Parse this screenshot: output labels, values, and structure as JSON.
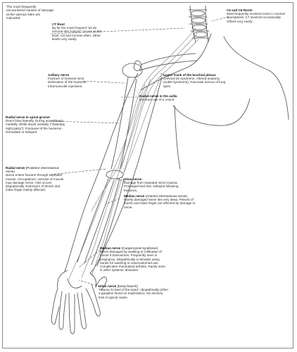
{
  "intro": "The most frequently encountered causes of damage at the various sites are indicated.",
  "labels": {
    "ct_root": {
      "title": "CT Root",
      "body": "By far the most frequent \"as do cervical disc lesions\" occurs at this level. C8 and C5 less often. Other levels very rarely."
    },
    "c5c6": {
      "title": "C5 and C6 Roots",
      "body": "Most frequently involved roots in cervical spondylosis. C7 involved occasionally. Others very rarely."
    },
    "axillary": {
      "title": "Axillary nerve",
      "body": "Fracture of humeral neck. Dislocation of the humerus. Intramuscular injections."
    },
    "lower_trunk": {
      "title": "Lower trunk of the brachial plexus",
      "body": "Cervical rib syndrome. Altered anatomy (outlet syndrome). Pancoast tumour of lung apex."
    },
    "radial_axilla": {
      "title": "Radial nerve in the axilla",
      "body": "Incorrect use of a crutch."
    },
    "radial_spiral": {
      "title": "Radial nerve in spiral groove",
      "body": "Direct blow laterally. During anaesthesia medially. While drunk medially (\"Saturday night palsy\"). Fractures of the humerus - immediate or delayed."
    },
    "radial_pin": {
      "title": "Radial nerve",
      "title_note": "(Posterior interosseous nerve)",
      "body": "Nerve enters forearm through supinator muscle. Occupations: overuse of muscle may damage nerve. Also occurs idiopathically. Extensors of thumb and index finger mainly affected."
    },
    "ulnar_elbow": {
      "title": "Ulnar nerve",
      "body": "Damage from repeated minor trauma. Prolonged bed rest. Delayed following fractures."
    },
    "median_ain": {
      "title": "Median nerve",
      "title_note": "(Anterior interosseous nerve)",
      "body": "Rarely damaged nerve lies very deep. Flexors of thumb and index finger are affected by damage to nerve."
    },
    "median_cts": {
      "title": "Median nerve",
      "title_note": "(Carpal tunnel syndrome)",
      "body": "Nerve damaged by swelling or infiltration of tunnel it transverses. Frequently seen in pregnancy. Idiopathically in females using hands for washing or unaccustomed use. Complicates rheumatoid arthritis. Rarely seen in other systemic diseases."
    },
    "ulnar_deep": {
      "title": "Ulnar nerve",
      "title_note": "(Deep branch)",
      "body": "Trauma 'to heel of the hand'. Idiopathically (often a ganglion found on exploration). No sensory loss in typical cases."
    }
  },
  "colors": {
    "line": "#4a4a4a",
    "nerve": "#7a7a7a",
    "dashes": "#555555",
    "border": "#8a8a8a"
  }
}
